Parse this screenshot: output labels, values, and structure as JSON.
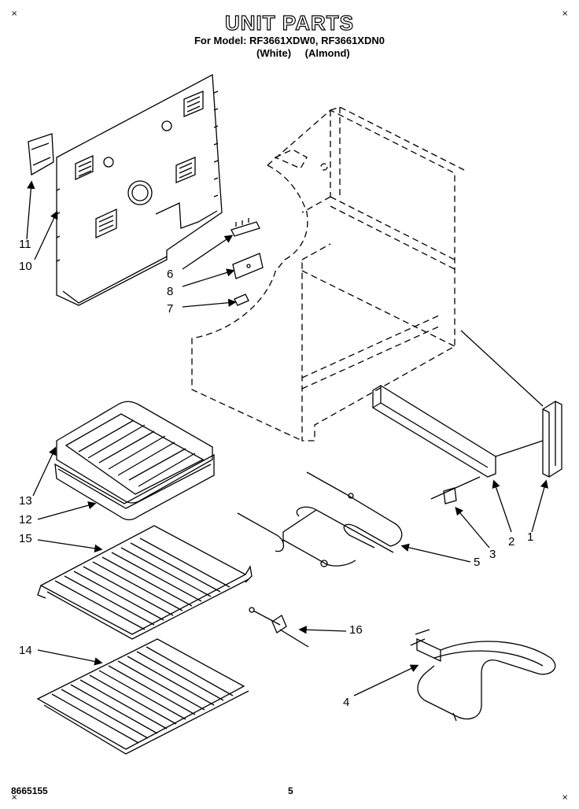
{
  "header": {
    "title": "UNIT PARTS",
    "model_line": "For Model: RF3661XDW0, RF3661XDN0",
    "variant_white": "(White)",
    "variant_almond": "(Almond)"
  },
  "footer": {
    "code": "8665155",
    "page": "5"
  },
  "corner_marks": [
    "×",
    "×",
    "×",
    "×"
  ],
  "callouts": [
    "11",
    "10",
    "6",
    "8",
    "7",
    "13",
    "12",
    "15",
    "14",
    "16",
    "5",
    "3",
    "2",
    "1",
    "4"
  ]
}
